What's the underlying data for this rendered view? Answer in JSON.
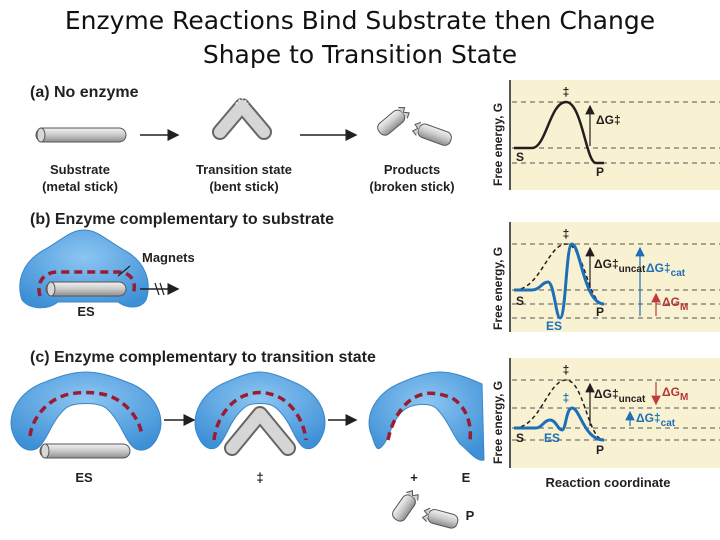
{
  "title": {
    "line1": "Enzyme Reactions Bind Substrate then Change",
    "line2": "Shape to Transition State"
  },
  "panel_a": {
    "heading": "(a) No enzyme",
    "substrate_label": "Substrate",
    "substrate_sub": "(metal stick)",
    "transition_label": "Transition state",
    "transition_sub": "(bent stick)",
    "products_label": "Products",
    "products_sub": "(broken stick)"
  },
  "panel_b": {
    "heading": "(b) Enzyme complementary to substrate",
    "magnets_label": "Magnets",
    "es_label": "ES"
  },
  "panel_c": {
    "heading": "(c) Enzyme complementary to transition state",
    "es_label": "ES",
    "dagger_label": "‡",
    "plus_label": "+",
    "e_label": "E",
    "p_label": "P"
  },
  "graphs": {
    "ylabel": "Free energy, G",
    "xlabel": "Reaction coordinate",
    "dagger": "‡",
    "g1": {
      "dg": "ΔG‡",
      "s": "S",
      "p": "P"
    },
    "g2": {
      "dg_uncat_main": "ΔG‡",
      "dg_uncat_sub": "uncat",
      "dg_cat_main": "ΔG‡",
      "dg_cat_sub": "cat",
      "dgm_main": "ΔG",
      "dgm_sub": "M",
      "s": "S",
      "es": "ES",
      "p": "P"
    },
    "g3": {
      "dg_uncat_main": "ΔG‡",
      "dg_uncat_sub": "uncat",
      "dgm_main": "ΔG",
      "dgm_sub": "M",
      "dg_cat_main": "ΔG‡",
      "dg_cat_sub": "cat",
      "s": "S",
      "es": "ES",
      "p": "P"
    }
  },
  "colors": {
    "enzyme_blue": "#4f9fe0",
    "magnet_red": "#9b1b30",
    "graph_bg": "#f8f1d2",
    "curve_blue": "#1d6fb8",
    "arrow_red": "#c0393b"
  }
}
